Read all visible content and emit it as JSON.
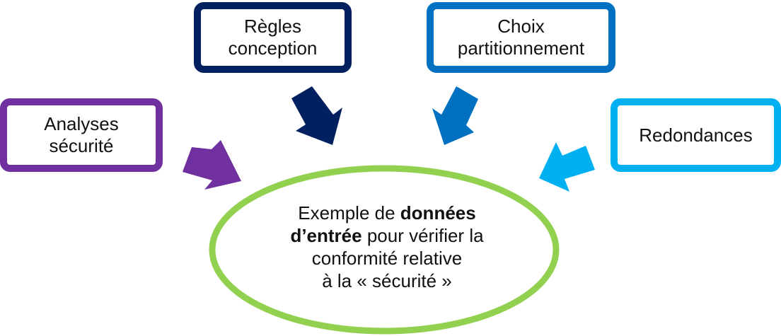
{
  "boxes": {
    "analyses": {
      "label": "Analyses\nsécurité",
      "color": "#7030a0"
    },
    "regles": {
      "label": "Règles\nconception",
      "color": "#002060"
    },
    "choix": {
      "label": "Choix\npartitionnement",
      "color": "#0070c0"
    },
    "redondances": {
      "label": "Redondances",
      "color": "#00b0f0"
    }
  },
  "center": {
    "ellipse_color": "#92d050",
    "line1_prefix": "Exemple de ",
    "line1_bold": "données",
    "line2_bold": "d’entrée",
    "line2_suffix": " pour vérifier la",
    "line3": "conformité relative",
    "line4": "à la « sécurité »"
  }
}
